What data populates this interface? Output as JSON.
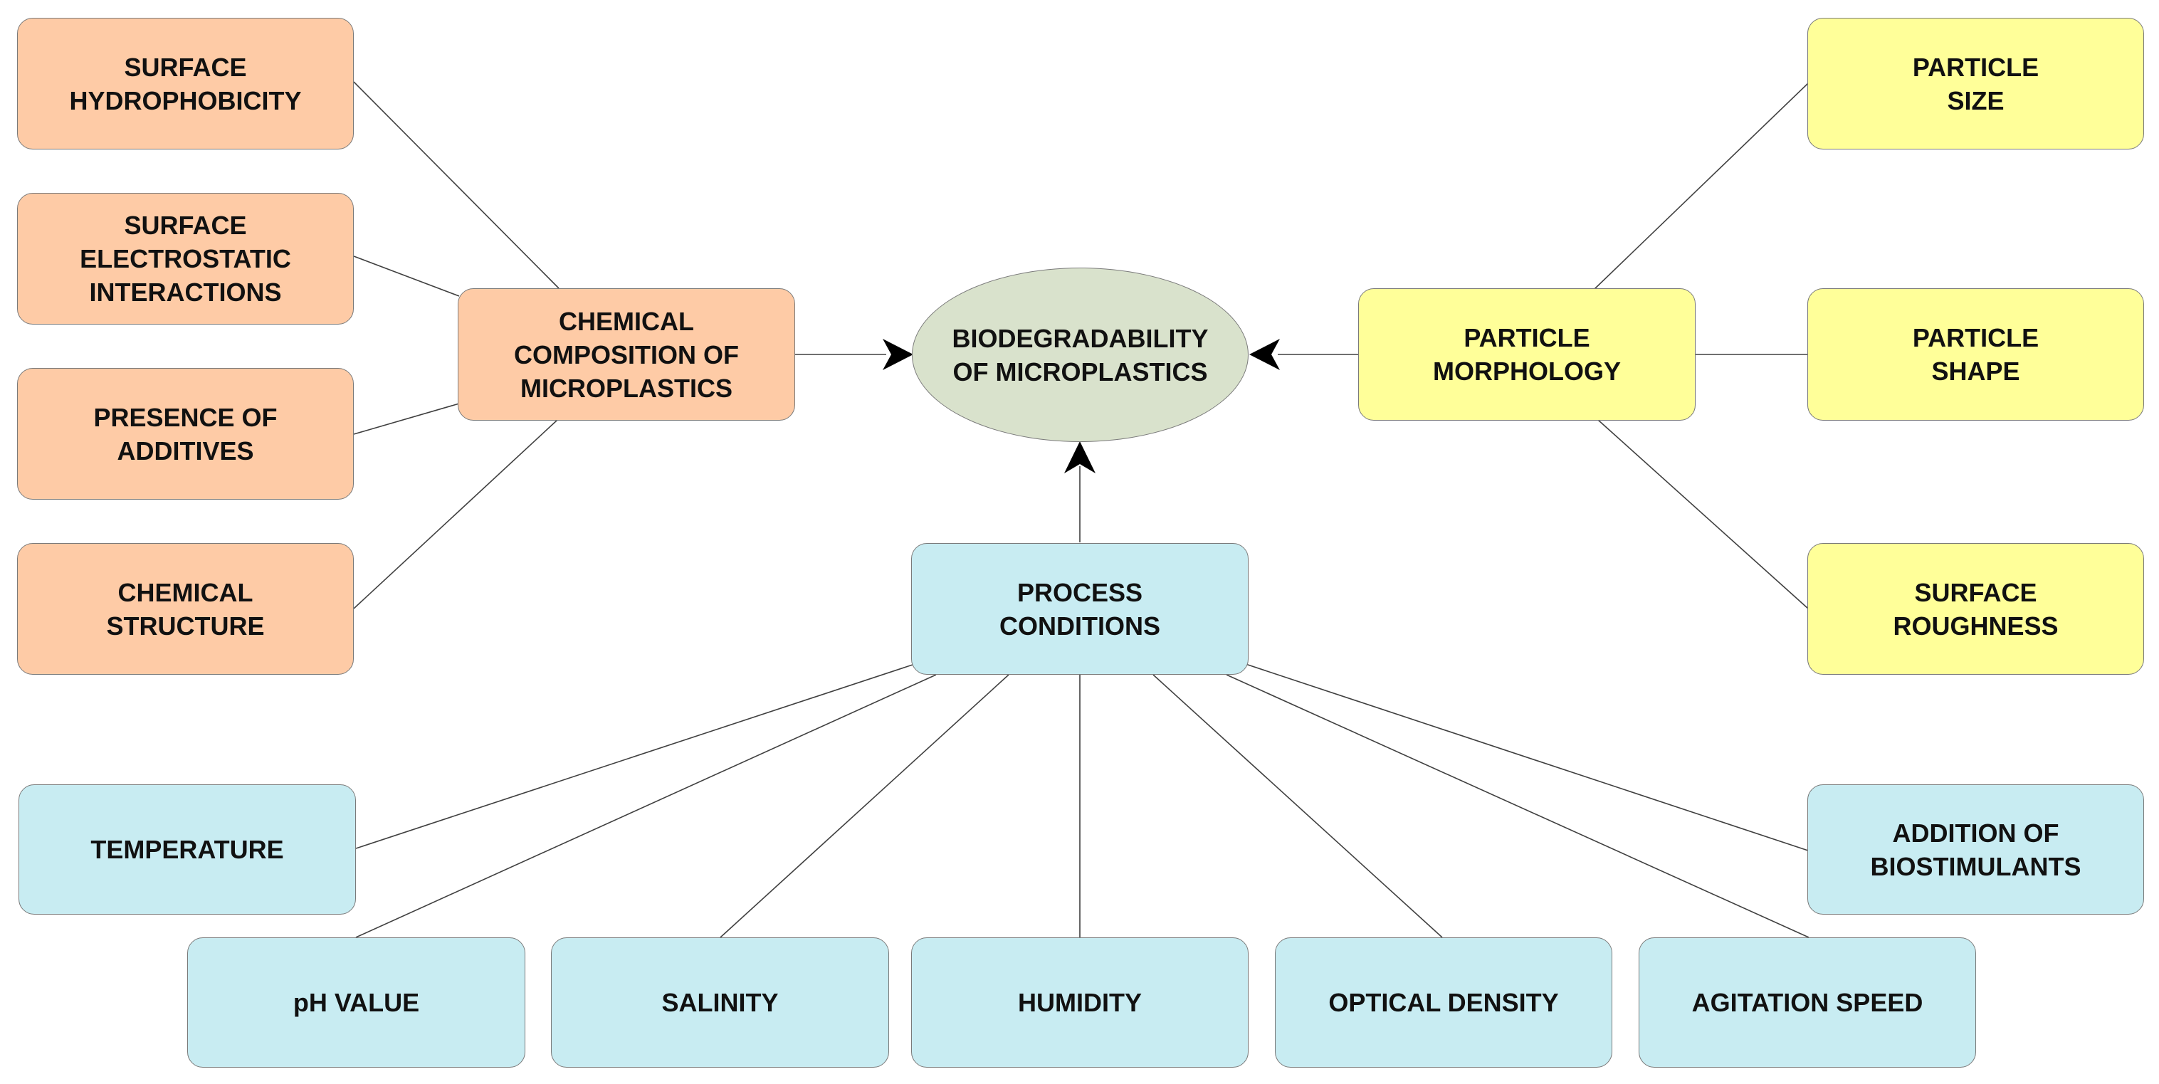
{
  "colors": {
    "orange": "#fecba6",
    "yellow": "#ffff99",
    "blue": "#c8ecf2",
    "green": "#d9e2cc",
    "border": "#7a7a7a",
    "line": "#404040"
  },
  "center": {
    "label": "BIODEGRADABILITY\nOF MICROPLASTICS"
  },
  "chemical": {
    "hub": "CHEMICAL\nCOMPOSITION OF\nMICROPLASTICS",
    "items": [
      "SURFACE\nHYDROPHOBICITY",
      "SURFACE\nELECTROSTATIC\nINTERACTIONS",
      "PRESENCE OF\nADDITIVES",
      "CHEMICAL\nSTRUCTURE"
    ]
  },
  "morphology": {
    "hub": "PARTICLE\nMORPHOLOGY",
    "items": [
      "PARTICLE\nSIZE",
      "PARTICLE\nSHAPE",
      "SURFACE\nROUGHNESS"
    ]
  },
  "process": {
    "hub": "PROCESS\nCONDITIONS",
    "items": [
      "TEMPERATURE",
      "pH VALUE",
      "SALINITY",
      "HUMIDITY",
      "OPTICAL DENSITY",
      "AGITATION SPEED",
      "ADDITION OF\nBIOSTIMULANTS"
    ]
  }
}
